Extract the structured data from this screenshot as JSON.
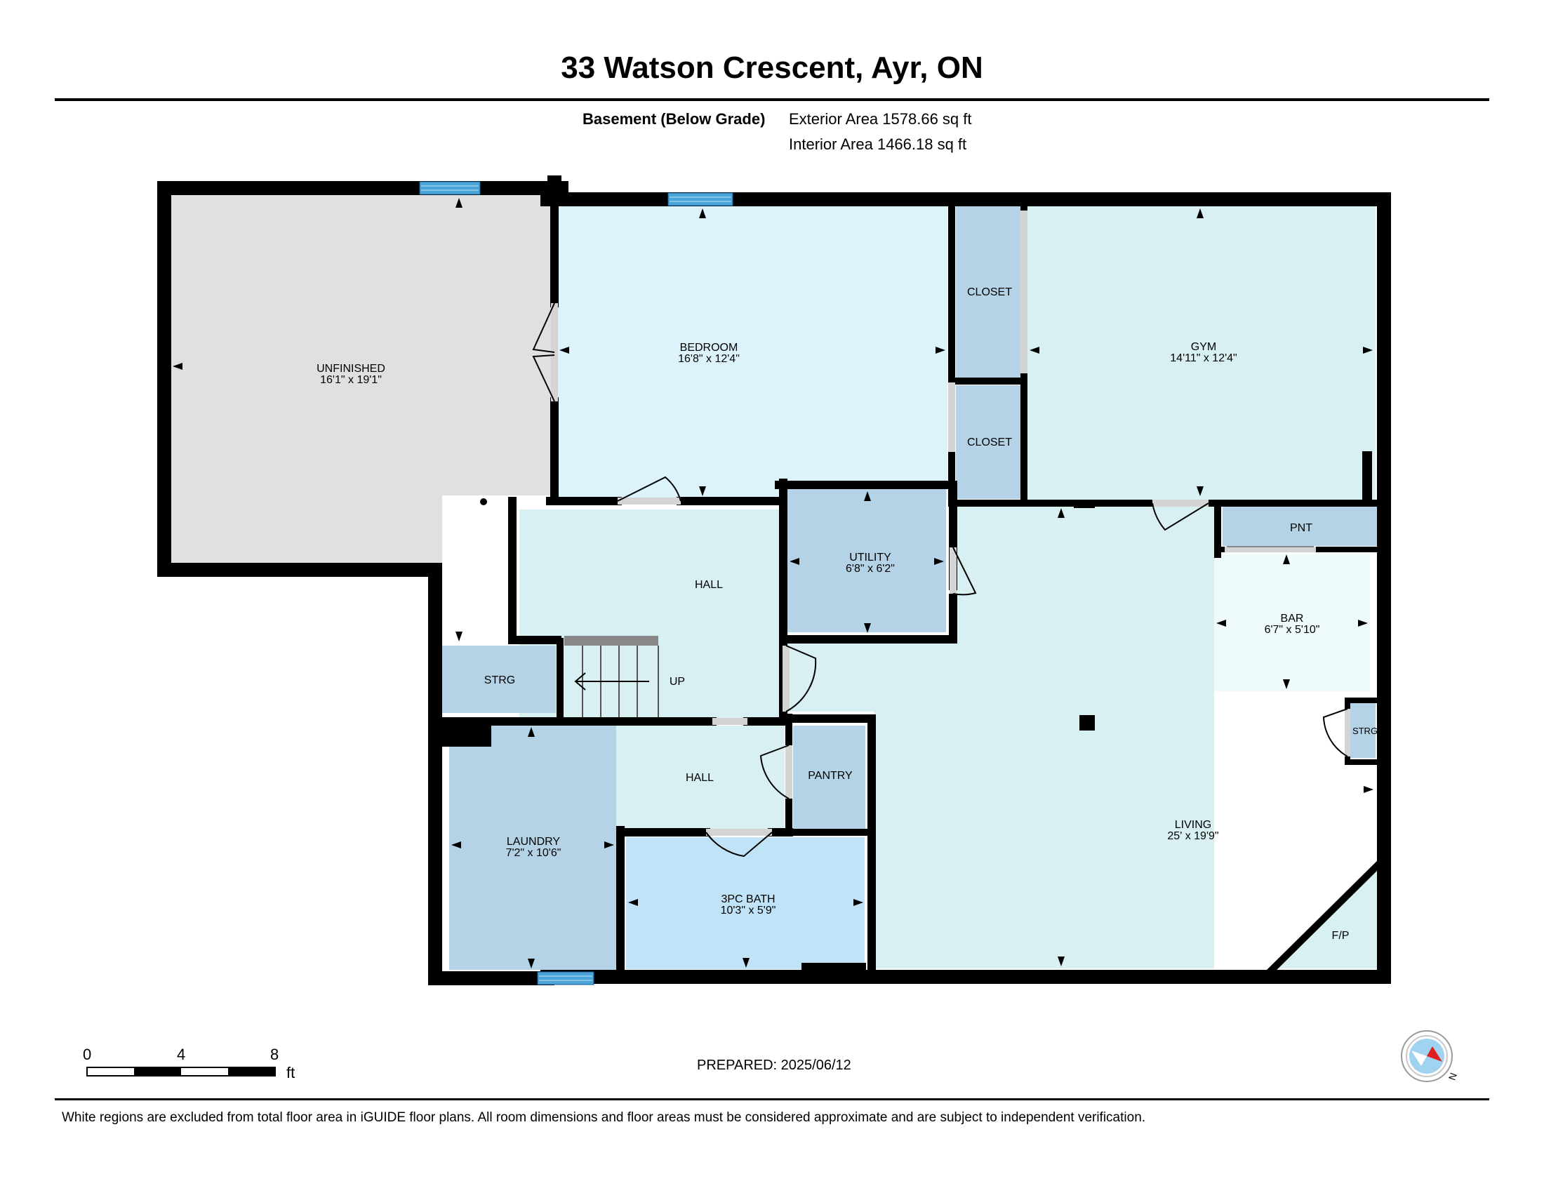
{
  "header": {
    "title": "33 Watson Crescent, Ayr, ON",
    "level": "Basement (Below Grade)",
    "exterior_area": "Exterior Area 1578.66 sq ft",
    "interior_area": "Interior Area 1466.18 sq ft"
  },
  "rooms": {
    "unfinished": {
      "name": "UNFINISHED",
      "dims": "16'1\" x 19'1\""
    },
    "bedroom": {
      "name": "BEDROOM",
      "dims": "16'8\" x 12'4\""
    },
    "closet_upper": {
      "name": "CLOSET"
    },
    "closet_lower": {
      "name": "CLOSET"
    },
    "gym": {
      "name": "GYM",
      "dims": "14'11\" x 12'4\""
    },
    "hall_upper": {
      "name": "HALL"
    },
    "utility": {
      "name": "UTILITY",
      "dims": "6'8\" x 6'2\""
    },
    "pnt": {
      "name": "PNT"
    },
    "bar": {
      "name": "BAR",
      "dims": "6'7\" x 5'10\""
    },
    "strg_left": {
      "name": "STRG"
    },
    "stairs": {
      "name": "UP"
    },
    "strg_right": {
      "name": "STRG"
    },
    "hall_lower": {
      "name": "HALL"
    },
    "pantry": {
      "name": "PANTRY"
    },
    "laundry": {
      "name": "LAUNDRY",
      "dims": "7'2\" x 10'6\""
    },
    "bath": {
      "name": "3PC BATH",
      "dims": "10'3\" x 5'9\""
    },
    "living": {
      "name": "LIVING",
      "dims": "25' x 19'9\""
    },
    "fireplace": {
      "name": "F/P"
    }
  },
  "scale": {
    "tick0": "0",
    "tick1": "4",
    "tick2": "8",
    "unit": "ft"
  },
  "prepared": "PREPARED: 2025/06/12",
  "compass": {
    "letter": "N"
  },
  "footer": "White regions are excluded from total floor area in iGUIDE floor plans. All room dimensions and floor areas must be considered approximate and are subject to independent verification.",
  "colors": {
    "wall": "#000000",
    "unfinished": "#e0e0e0",
    "bedroom": "#ddf3fb",
    "gym_living_hall": "#d8f0f2",
    "closet_utility_storage": "#b5d3e7",
    "bath": "#c0e3f7",
    "bar": "#effbfb",
    "window": "#4aa3d9"
  }
}
